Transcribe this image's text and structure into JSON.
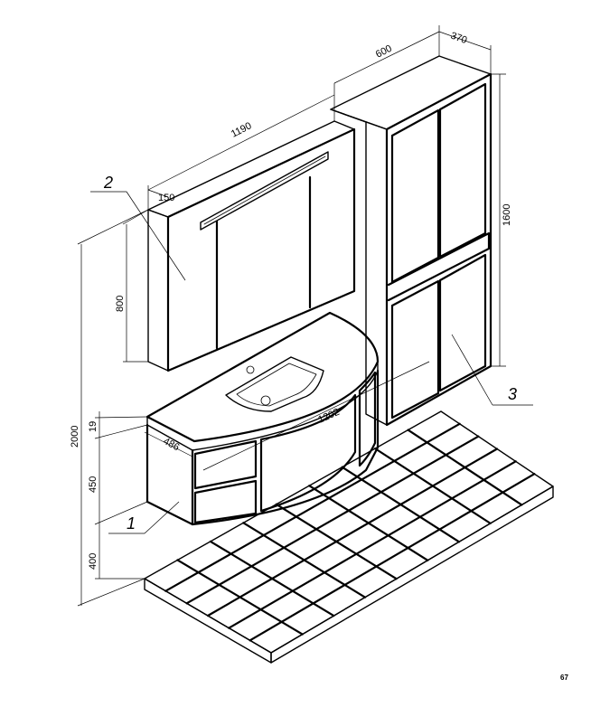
{
  "dimensions": {
    "mirror_width": "1190",
    "mirror_depth": "150",
    "mirror_height": "800",
    "cabinet_width": "600",
    "cabinet_depth": "370",
    "cabinet_height": "1600",
    "vanity_width": "1202",
    "vanity_depth": "486",
    "countertop_height": "19",
    "vanity_height": "450",
    "floor_clearance": "400",
    "total_height": "2000"
  },
  "callouts": {
    "vanity": "1",
    "mirror_cabinet": "2",
    "tall_cabinet": "3"
  },
  "page_number": "67"
}
